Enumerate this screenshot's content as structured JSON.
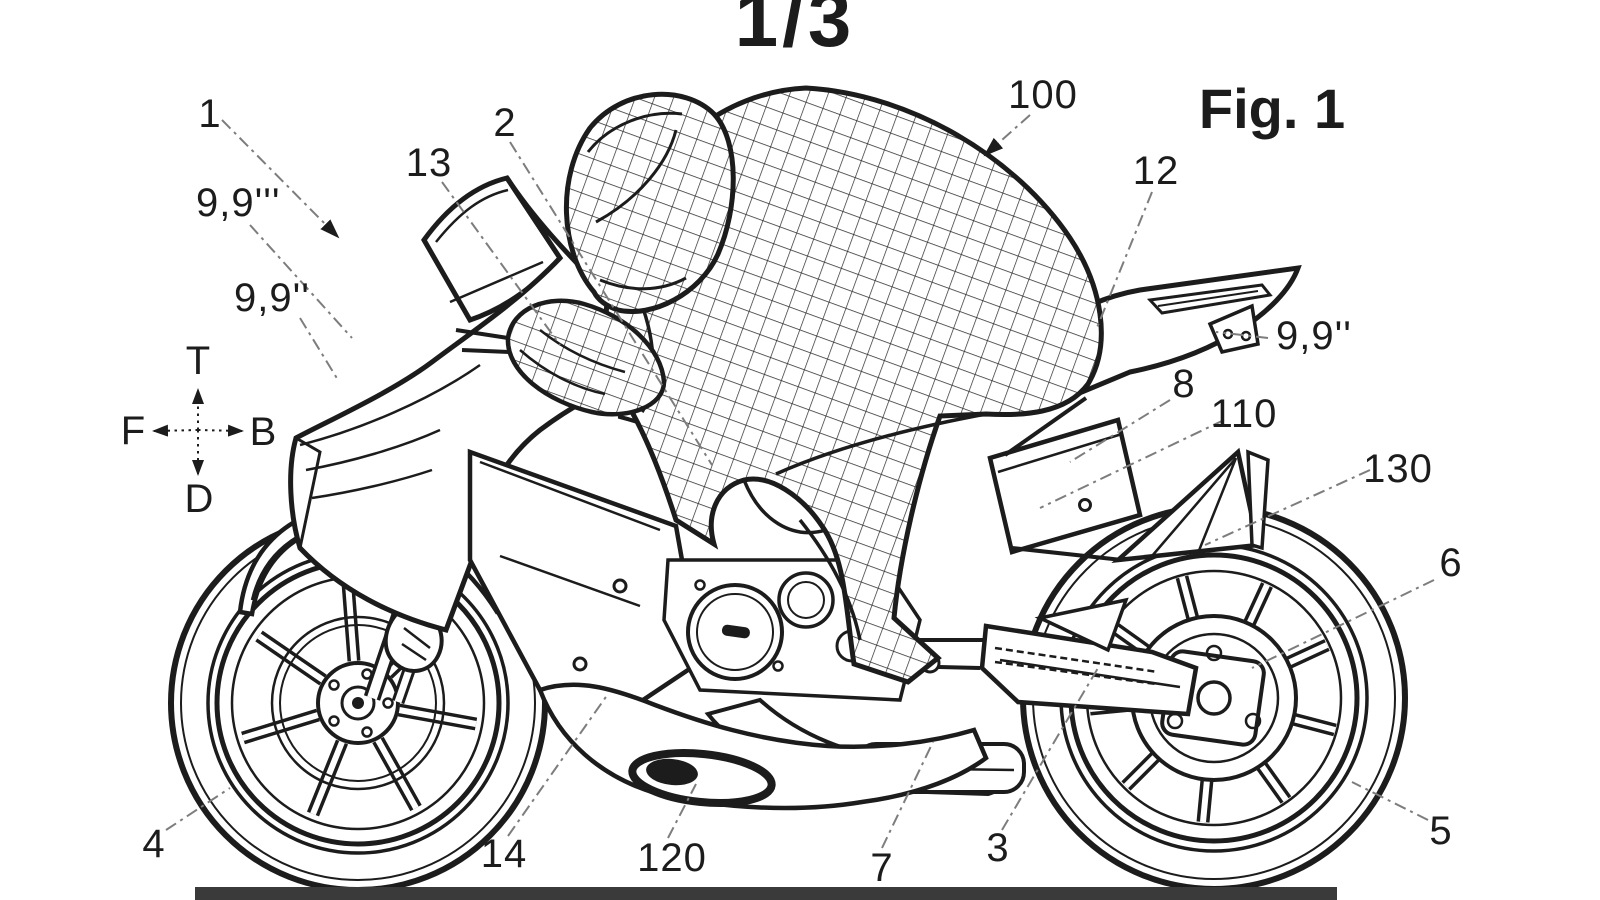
{
  "page": {
    "sheet_number": "1/3",
    "figure_label": "Fig. 1"
  },
  "compass": {
    "top": "T",
    "bottom": "D",
    "front": "F",
    "back": "B"
  },
  "labels": {
    "n1": "1",
    "n2": "2",
    "n3": "3",
    "n4": "4",
    "n5": "5",
    "n6": "6",
    "n7": "7",
    "n8": "8",
    "n12": "12",
    "n13": "13",
    "n14": "14",
    "n100": "100",
    "n110": "110",
    "n120": "120",
    "n130": "130",
    "n9_triple": "9,9'''",
    "n9_double_left": "9,9''",
    "n9_double_right": "9,9''"
  },
  "colors": {
    "ink": "#1c1c1c",
    "leader_line": "#7d7d7d",
    "ground": "#3a3a3a",
    "paper": "#ffffff"
  }
}
